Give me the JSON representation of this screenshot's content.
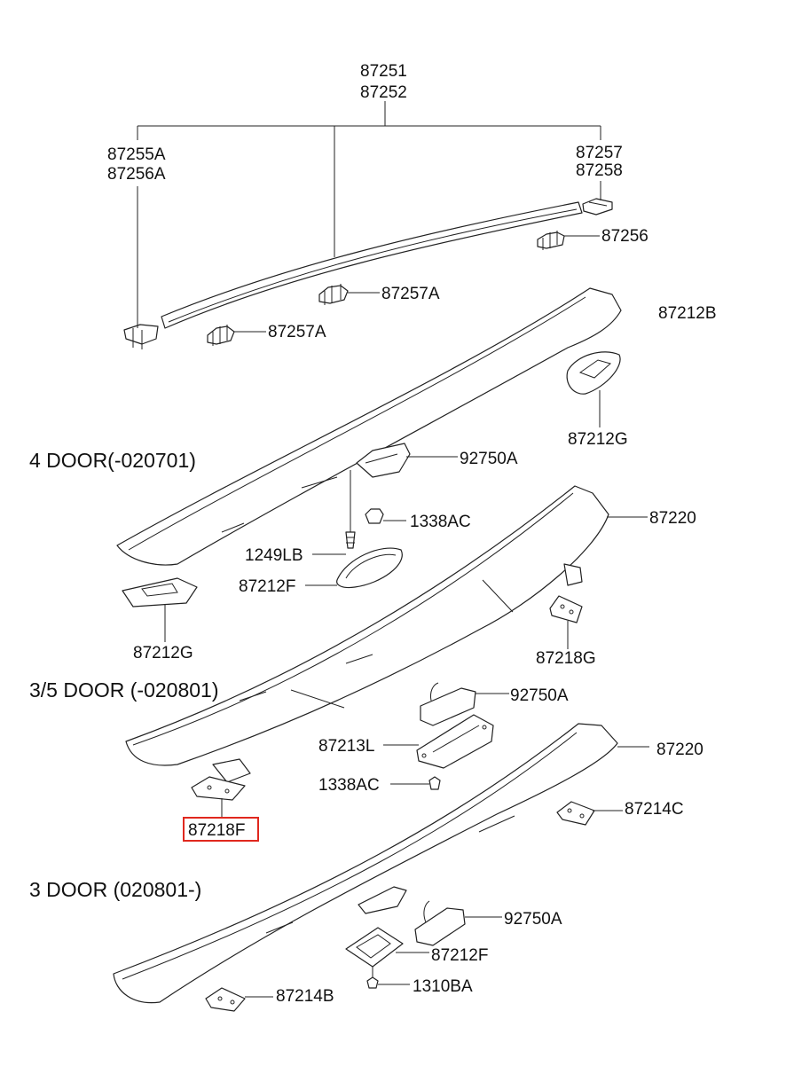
{
  "sections": {
    "four_door": "4 DOOR(-020701)",
    "three_five_door": "3/5 DOOR (-020801)",
    "three_door": "3 DOOR (020801-)"
  },
  "parts": {
    "p87251": "87251",
    "p87252": "87252",
    "p87255A": "87255A",
    "p87256A": "87256A",
    "p87257": "87257",
    "p87258": "87258",
    "p87256": "87256",
    "p87257A_1": "87257A",
    "p87257A_2": "87257A",
    "p87212B": "87212B",
    "p87212G_1": "87212G",
    "p92750A_1": "92750A",
    "p1338AC_1": "1338AC",
    "p87220_1": "87220",
    "p1249LB": "1249LB",
    "p87212F_1": "87212F",
    "p87212G_2": "87212G",
    "p87218G": "87218G",
    "p92750A_2": "92750A",
    "p87213L": "87213L",
    "p87220_2": "87220",
    "p1338AC_2": "1338AC",
    "p87214C": "87214C",
    "p87218F": "87218F",
    "p92750A_3": "92750A",
    "p87212F_2": "87212F",
    "p1310BA": "1310BA",
    "p87214B": "87214B"
  },
  "highlighted_part": "87218F",
  "colors": {
    "highlight": "#e0281e",
    "line": "#222222"
  }
}
